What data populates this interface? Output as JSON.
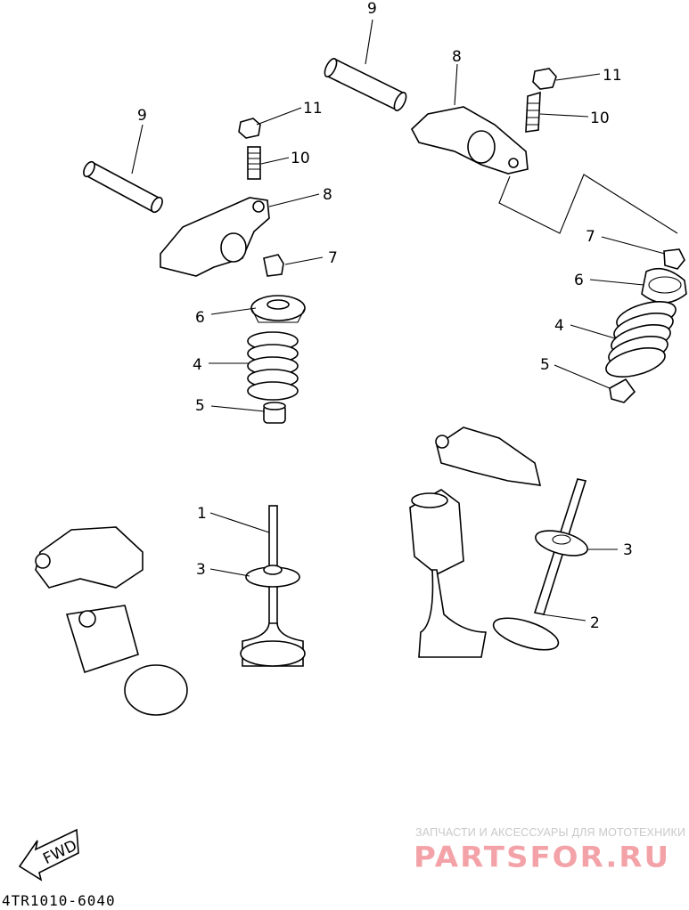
{
  "diagram": {
    "left_group": {
      "pin": "9",
      "locknut": "11",
      "adjuster": "10",
      "rocker_arm": "8",
      "cotter": "7",
      "retainer": "6",
      "spring": "4",
      "seat": "5",
      "intake_valve": "1",
      "shim": "3"
    },
    "right_group": {
      "pin": "9",
      "rocker_arm": "8",
      "locknut": "11",
      "adjuster": "10",
      "cotter": "7",
      "retainer": "6",
      "spring": "4",
      "seat": "5",
      "shim": "3",
      "exhaust_valve": "2"
    },
    "fwd_label": "FWD",
    "part_code": "4TR1010-6040"
  },
  "watermark": {
    "tagline": "ЗАПЧАСТИ И АКСЕССУАРЫ ДЛЯ МОТОТЕХНИКИ",
    "brand": "PARTSFOR.RU"
  }
}
